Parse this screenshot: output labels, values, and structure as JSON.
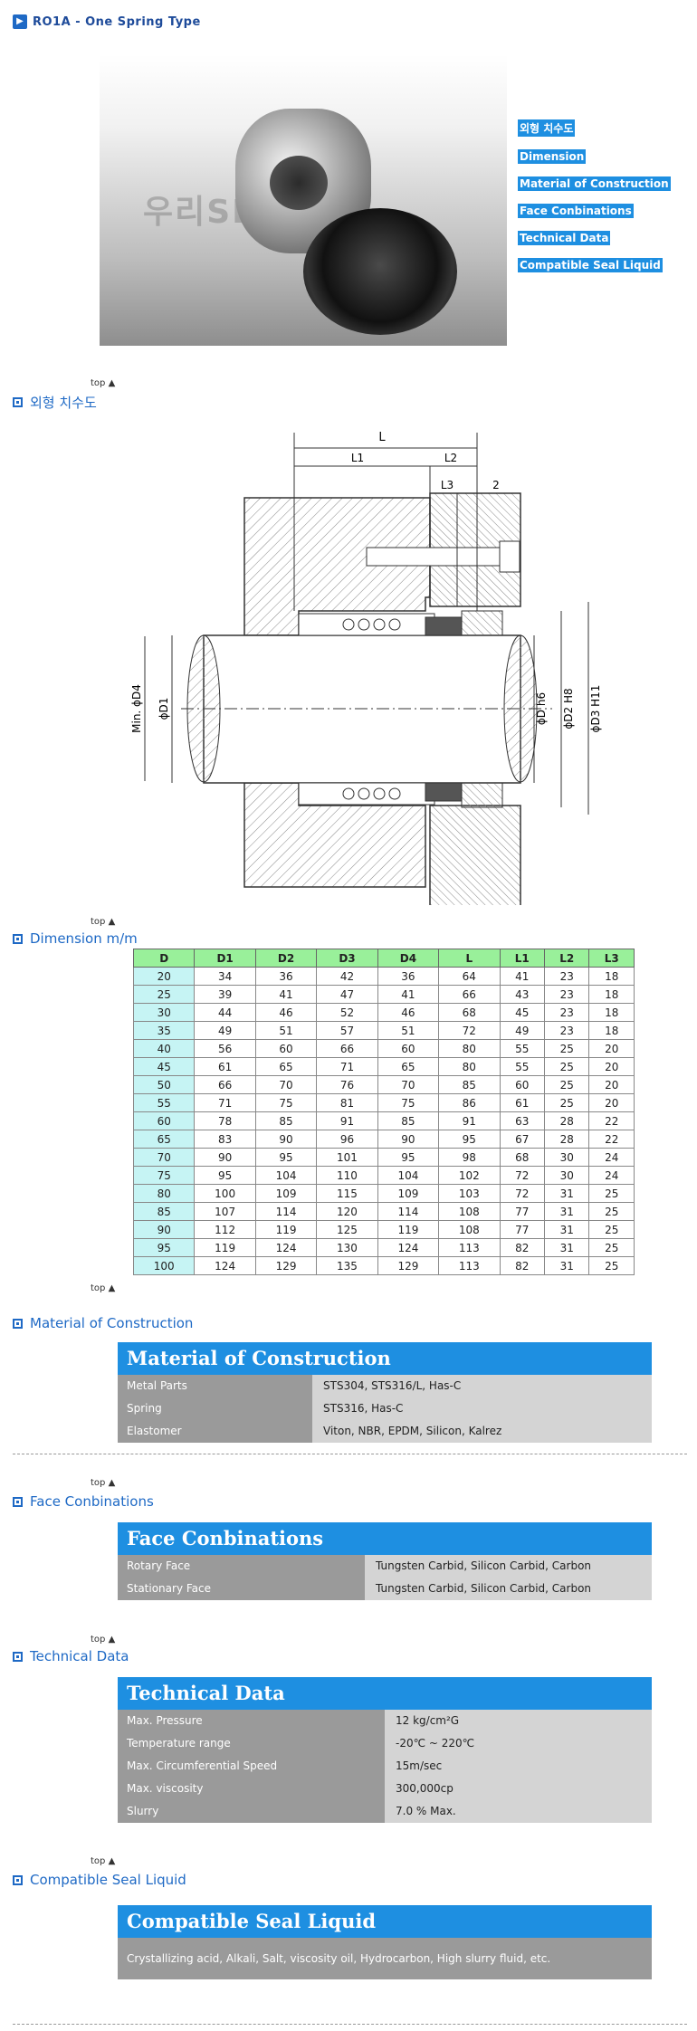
{
  "header": {
    "title": "RO1A - One Spring Type",
    "icon": "play-icon"
  },
  "hero": {
    "watermark": "우리SEAL산업"
  },
  "nav_links": [
    "외형 치수도",
    "Dimension",
    "Material of Construction",
    "Face Conbinations",
    "Technical Data",
    "Compatible Seal Liquid"
  ],
  "top_label": "top ▲",
  "sections": {
    "outline": "외형 치수도",
    "dimension": "Dimension m/m",
    "material": "Material of Construction",
    "face": "Face Conbinations",
    "technical": "Technical Data",
    "compatible": "Compatible Seal Liquid"
  },
  "drawing_labels": {
    "L": "L",
    "L1": "L1",
    "L2": "L2",
    "L3": "L3",
    "two": "2",
    "D4": "Min. ϕD4",
    "D1": "ϕD1",
    "D": "ϕD h6",
    "D2": "ϕD2 H8",
    "D3": "ϕD3 H11"
  },
  "dimension_table": {
    "headers": [
      "D",
      "D1",
      "D2",
      "D3",
      "D4",
      "L",
      "L1",
      "L2",
      "L3"
    ],
    "rows": [
      [
        "20",
        "34",
        "36",
        "42",
        "36",
        "64",
        "41",
        "23",
        "18"
      ],
      [
        "25",
        "39",
        "41",
        "47",
        "41",
        "66",
        "43",
        "23",
        "18"
      ],
      [
        "30",
        "44",
        "46",
        "52",
        "46",
        "68",
        "45",
        "23",
        "18"
      ],
      [
        "35",
        "49",
        "51",
        "57",
        "51",
        "72",
        "49",
        "23",
        "18"
      ],
      [
        "40",
        "56",
        "60",
        "66",
        "60",
        "80",
        "55",
        "25",
        "20"
      ],
      [
        "45",
        "61",
        "65",
        "71",
        "65",
        "80",
        "55",
        "25",
        "20"
      ],
      [
        "50",
        "66",
        "70",
        "76",
        "70",
        "85",
        "60",
        "25",
        "20"
      ],
      [
        "55",
        "71",
        "75",
        "81",
        "75",
        "86",
        "61",
        "25",
        "20"
      ],
      [
        "60",
        "78",
        "85",
        "91",
        "85",
        "91",
        "63",
        "28",
        "22"
      ],
      [
        "65",
        "83",
        "90",
        "96",
        "90",
        "95",
        "67",
        "28",
        "22"
      ],
      [
        "70",
        "90",
        "95",
        "101",
        "95",
        "98",
        "68",
        "30",
        "24"
      ],
      [
        "75",
        "95",
        "104",
        "110",
        "104",
        "102",
        "72",
        "30",
        "24"
      ],
      [
        "80",
        "100",
        "109",
        "115",
        "109",
        "103",
        "72",
        "31",
        "25"
      ],
      [
        "85",
        "107",
        "114",
        "120",
        "114",
        "108",
        "77",
        "31",
        "25"
      ],
      [
        "90",
        "112",
        "119",
        "125",
        "119",
        "108",
        "77",
        "31",
        "25"
      ],
      [
        "95",
        "119",
        "124",
        "130",
        "124",
        "113",
        "82",
        "31",
        "25"
      ],
      [
        "100",
        "124",
        "129",
        "135",
        "129",
        "113",
        "82",
        "31",
        "25"
      ]
    ]
  },
  "material": {
    "title": "Material of Construction",
    "rows": [
      {
        "k": "Metal Parts",
        "v": "STS304, STS316/L, Has-C"
      },
      {
        "k": "Spring",
        "v": "STS316, Has-C"
      },
      {
        "k": "Elastomer",
        "v": "Viton, NBR, EPDM, Silicon, Kalrez"
      }
    ]
  },
  "face": {
    "title": "Face Conbinations",
    "rows": [
      {
        "k": "Rotary Face",
        "v": "Tungsten Carbid, Silicon Carbid, Carbon"
      },
      {
        "k": "Stationary Face",
        "v": "Tungsten Carbid, Silicon Carbid, Carbon"
      }
    ]
  },
  "technical": {
    "title": "Technical Data",
    "rows": [
      {
        "k": "Max. Pressure",
        "v": "12 kg/cm²G"
      },
      {
        "k": "Temperature range",
        "v": "-20℃ ~ 220℃"
      },
      {
        "k": "Max. Circumferential Speed",
        "v": "15m/sec"
      },
      {
        "k": "Max. viscosity",
        "v": "300,000cp"
      },
      {
        "k": "Slurry",
        "v": "7.0 % Max."
      }
    ]
  },
  "compatible": {
    "title": "Compatible Seal Liquid",
    "text": "Crystallizing acid, Alkali, Salt, viscosity oil, Hydrocarbon, High slurry fluid, etc."
  },
  "colors": {
    "accent": "#1e8fe1",
    "section": "#1e69c5",
    "header_green": "#99f09a",
    "cell_cyan": "#c6f4f4"
  }
}
